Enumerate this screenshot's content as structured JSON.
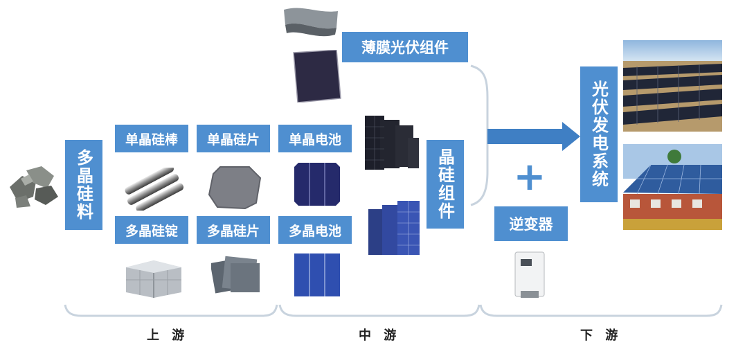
{
  "labels": {
    "polysilicon_material": "多晶硅料",
    "mono_ingot": "单晶硅棒",
    "mono_wafer": "单晶硅片",
    "multi_ingot": "多晶硅锭",
    "multi_wafer": "多晶硅片",
    "mono_cell": "单晶电池",
    "multi_cell": "多晶电池",
    "thin_film_module": "薄膜光伏组件",
    "crystalline_module": "晶硅组件",
    "inverter": "逆变器",
    "pv_system": "光伏发电系统",
    "plus": "+"
  },
  "stages": {
    "upstream": "上 游",
    "midstream": "中 游",
    "downstream": "下 游"
  },
  "colors": {
    "box_fill": "#4f8fd0",
    "arrow": "#3f7fc4",
    "bracket": "#c8d3de",
    "plus": "#4f8fd0"
  }
}
